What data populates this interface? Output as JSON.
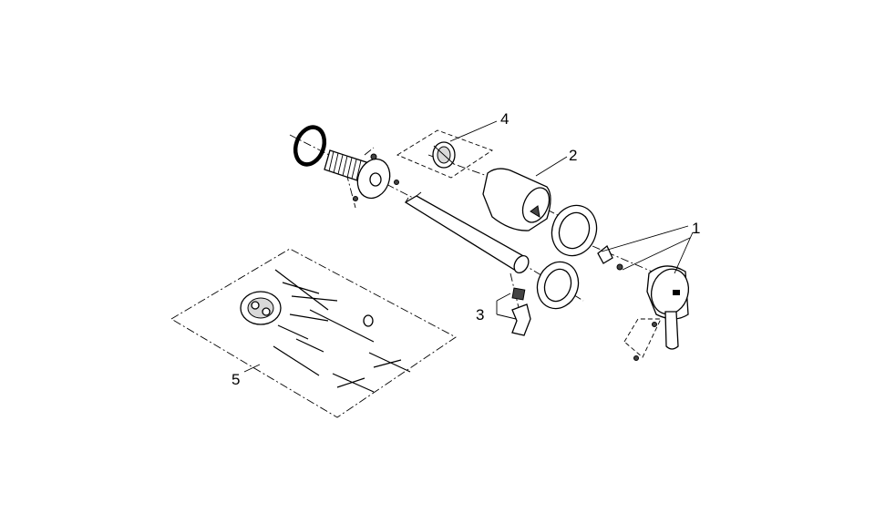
{
  "diagram": {
    "callouts": [
      {
        "id": "1",
        "text": "1"
      },
      {
        "id": "2",
        "text": "2"
      },
      {
        "id": "3",
        "text": "3"
      },
      {
        "id": "4",
        "text": "4"
      },
      {
        "id": "5",
        "text": "5"
      }
    ],
    "line_color": "#000000",
    "background": "#ffffff"
  }
}
